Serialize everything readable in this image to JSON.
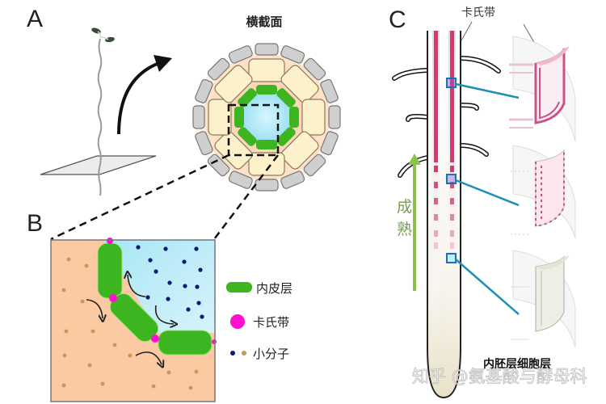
{
  "panels": {
    "a": {
      "letter": "A",
      "cross_section_title": "横截面"
    },
    "b": {
      "letter": "B",
      "legend": [
        {
          "key": "endodermis",
          "label": "内皮层",
          "color": "#3cb521"
        },
        {
          "key": "casparian_strip",
          "label": "卡氏带",
          "color": "#ff10d0"
        },
        {
          "key": "small_molecules",
          "label": "小分子",
          "colors": [
            "#0b1a78",
            "#c8955a"
          ]
        }
      ]
    },
    "c": {
      "letter": "C",
      "casparian_strip_label": "卡氏带",
      "maturation_label_chars": [
        "成",
        "熟"
      ],
      "endodermis_cell_label": "内胚层细胞层"
    }
  },
  "watermark": "知乎 @氨基酸与酵母科",
  "colors": {
    "endodermis_green": "#3cb521",
    "casparian_magenta": "#ff10d0",
    "stele_blue": "#bfeefa",
    "cortex_peach": "#fbc9a2",
    "cortex_cell_cream": "#fdf1cc",
    "epidermis_gray": "#cfcfcf",
    "strip_pink": "#d8357a",
    "connector_blue": "#1f8fb5",
    "arrow_green": "#8cc24a"
  }
}
